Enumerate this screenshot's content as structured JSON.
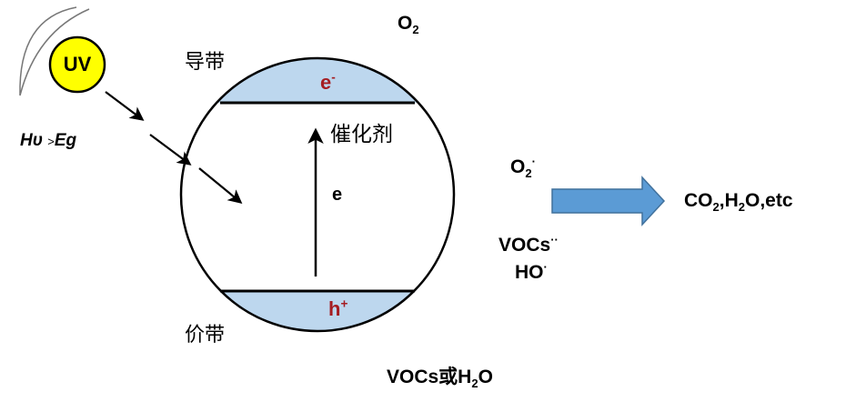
{
  "uv_source": {
    "label": "UV",
    "fill_color": "#ffff00"
  },
  "condition": {
    "main": "Hυ",
    "relation": ">",
    "tail": "Eg"
  },
  "band_labels": {
    "conduction": "导带",
    "valence": "价带"
  },
  "catalyst_label": "催化剂",
  "electron_band": {
    "base": "e",
    "sup": "-",
    "fill_color": "#bdd7ee"
  },
  "hole_band": {
    "base": "h",
    "sup": "+",
    "fill_color": "#bdd7ee"
  },
  "excitation_label": "e",
  "oxygen_top": {
    "base": "O",
    "sub": "2"
  },
  "radicals": {
    "superoxide": {
      "base": "O",
      "sub": "2",
      "sup": "·"
    },
    "vocs": {
      "base": "VOCs",
      "sup": "··"
    },
    "hydroxyl": {
      "base": "HO",
      "sup": "·"
    }
  },
  "reactants_bottom": {
    "part1": "VOCs或H",
    "sub": "2",
    "part2": "O"
  },
  "products": {
    "part1": "CO",
    "sub1": "2",
    "part2": ",H",
    "sub2": "2",
    "part3": "O,etc"
  },
  "colors": {
    "accent_text": "#a51d22",
    "arrow_fill": "#5b9bd5",
    "arrow_stroke": "#41719c"
  }
}
